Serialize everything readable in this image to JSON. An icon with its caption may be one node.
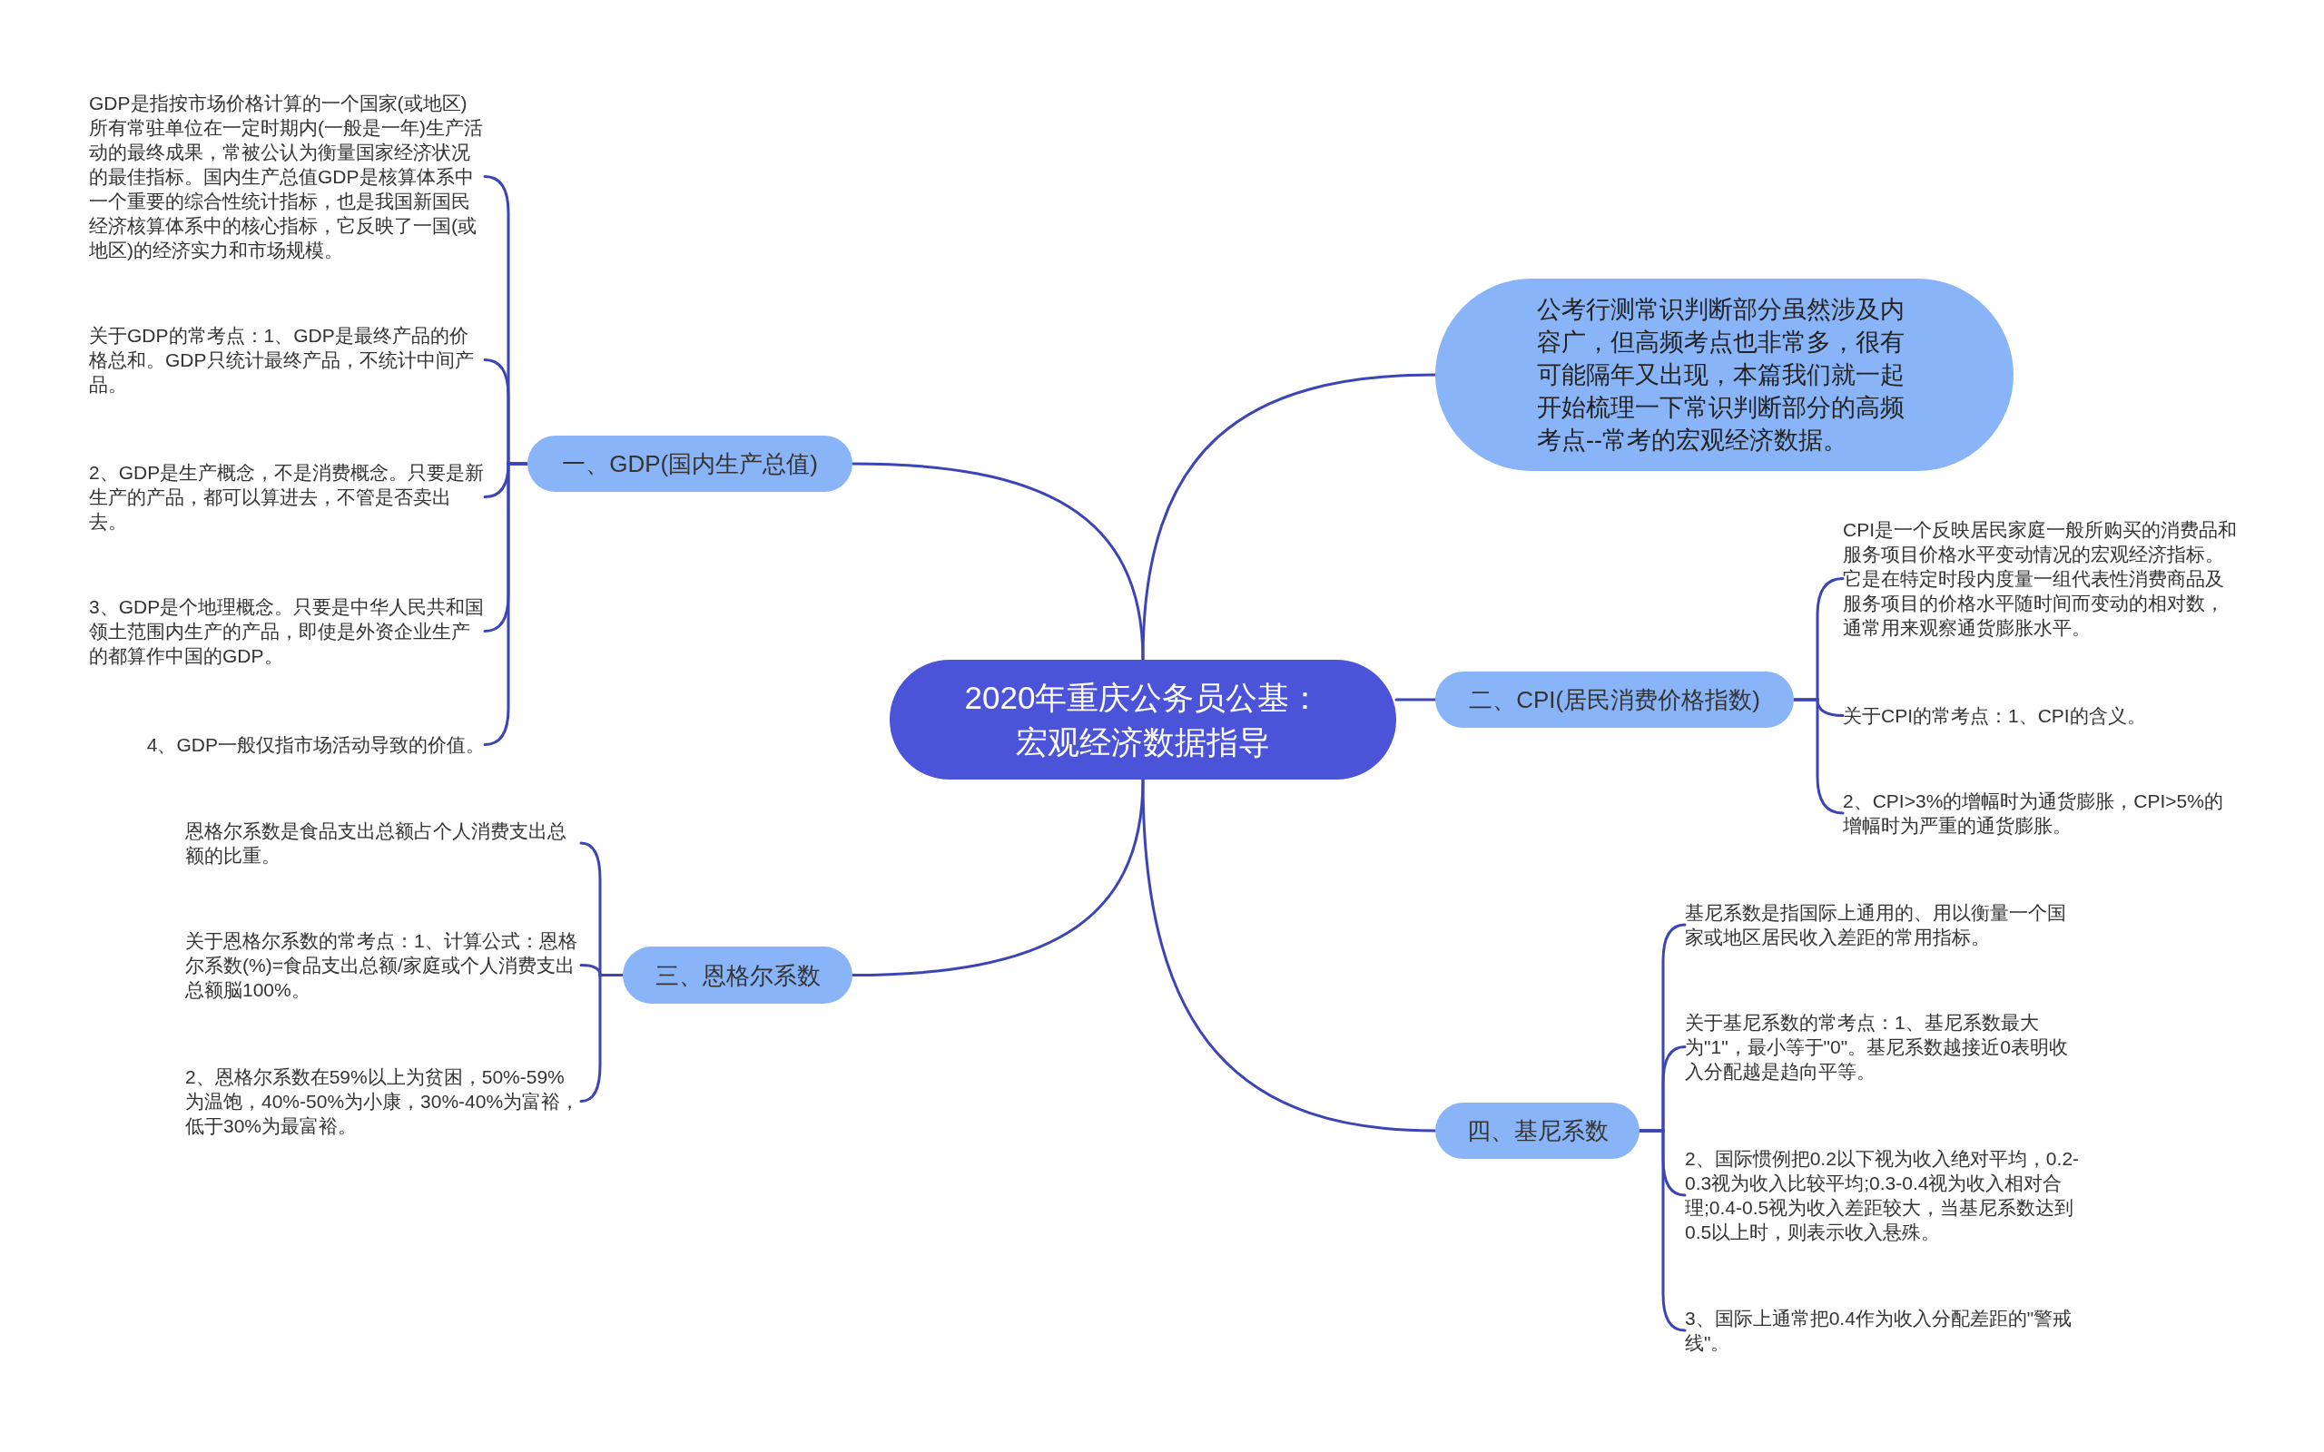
{
  "diagram": {
    "nodes": [
      {
        "text": [
          "2020年重庆公务员公基：宏观经济数据指导"
        ]
      },
      {
        "text": [
          "公考行测常识判断部分虽然涉及内容广，但高频考点也非常多，很有可能隔年又出现，本篇我们就一起开始梳理一下常识判断部分的高频考点--常考的宏观经济数据。"
        ]
      },
      {
        "text": [
          "一、GDP(国内生产总值)"
        ]
      },
      {
        "text": [
          "GDP是指按市场价格计算的一个国家(或地区)所有常驻单位在一定时期内(一般是一年)生产活动的最终成果，常被公认为衡量国家经济状况的最佳指标。国内生产总值GDP是核算体系中一个重要的综合性统计指标，也是我国新国民经济核算体系中的核心指标，它反映了一国(或地区)的经济实力和市场规模。"
        ]
      },
      {
        "text": [
          "关于GDP的常考点：1、GDP是最终产品的价格总和。GDP只统计最终产品，不统计中间产品。"
        ]
      },
      {
        "text": [
          "2、GDP是生产概念，不是消费概念。只要是新生产的产品，都可以算进去，不管是否卖出去。"
        ]
      },
      {
        "text": [
          "3、GDP是个地理概念。只要是中华人民共和国领土范围内生产的产品，即使是外资企业生产的都算作中国的GDP。"
        ]
      },
      {
        "text": [
          "4、GDP一般仅指市场活动导致的价值。"
        ]
      },
      {
        "text": [
          "二、CPI(居民消费价格指数)"
        ]
      },
      {
        "text": [
          "CPI是一个反映居民家庭一般所购买的消费品和服务项目价格水平变动情况的宏观经济指标。它是在特定时段内度量一组代表性消费商品及服务项目的价格水平随时间而变动的相对数，通常用来观察通货膨胀水平。"
        ]
      },
      {
        "text": [
          "关于CPI的常考点：1、CPI的含义。"
        ]
      },
      {
        "text": [
          "2、CPI>3%的增幅时为通货膨胀，CPI>5%的增幅时为严重的通货膨胀。"
        ]
      },
      {
        "text": [
          "三、恩格尔系数"
        ]
      },
      {
        "text": [
          "恩格尔系数是食品支出总额占个人消费支出总额的比重。"
        ]
      },
      {
        "text": [
          "关于恩格尔系数的常考点：1、计算公式：恩格尔系数(%)=食品支出总额/家庭或个人消费支出总额脳100%。"
        ]
      },
      {
        "text": [
          "2、恩格尔系数在59%以上为贫困，50%-59%为温饱，40%-50%为小康，30%-40%为富裕，低于30%为最富裕。"
        ]
      },
      {
        "text": [
          "四、基尼系数"
        ]
      },
      {
        "text": [
          "基尼系数是指国际上通用的、用以衡量一个国家或地区居民收入差距的常用指标。"
        ]
      },
      {
        "text": [
          "关于基尼系数的常考点：1、基尼系数最大为\"1\"，最小等于\"0\"。基尼系数越接近0表明收入分配越是趋向平等。"
        ]
      },
      {
        "text": [
          "2、国际惯例把0.2以下视为收入绝对平均，0.2-0.3视为收入比较平均;0.3-0.4视为收入相对合理;0.4-0.5视为收入差距较大，当基尼系数达到0.5以上时，则表示收入悬殊。"
        ]
      },
      {
        "text": [
          "3、国际上通常把0.4作为收入分配差距的\"警戒线\"。"
        ]
      }
    ],
    "edges": [
      {
        "from": 0,
        "to": 1,
        "arrow": "none"
      },
      {
        "from": 0,
        "to": 2,
        "arrow": "none"
      },
      {
        "from": 2,
        "to": 3,
        "arrow": "none"
      },
      {
        "from": 2,
        "to": 4,
        "arrow": "none"
      },
      {
        "from": 2,
        "to": 5,
        "arrow": "none"
      },
      {
        "from": 2,
        "to": 6,
        "arrow": "none"
      },
      {
        "from": 2,
        "to": 7,
        "arrow": "none"
      },
      {
        "from": 0,
        "to": 8,
        "arrow": "none"
      },
      {
        "from": 8,
        "to": 9,
        "arrow": "none"
      },
      {
        "from": 8,
        "to": 10,
        "arrow": "none"
      },
      {
        "from": 8,
        "to": 11,
        "arrow": "none"
      },
      {
        "from": 0,
        "to": 12,
        "arrow": "none"
      },
      {
        "from": 12,
        "to": 13,
        "arrow": "none"
      },
      {
        "from": 12,
        "to": 14,
        "arrow": "none"
      },
      {
        "from": 12,
        "to": 15,
        "arrow": "none"
      },
      {
        "from": 0,
        "to": 16,
        "arrow": "none"
      },
      {
        "from": 16,
        "to": 17,
        "arrow": "none"
      },
      {
        "from": 16,
        "to": 18,
        "arrow": "none"
      },
      {
        "from": 16,
        "to": 19,
        "arrow": "none"
      },
      {
        "from": 16,
        "to": 20,
        "arrow": "none"
      }
    ]
  }
}
